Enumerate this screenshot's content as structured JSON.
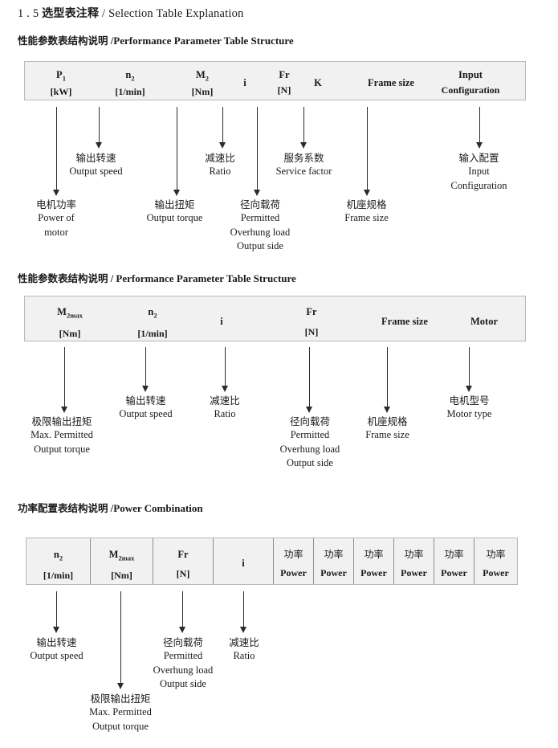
{
  "document": {
    "title_number": "1 . 5",
    "title_cn": "选型表注释",
    "title_sep": "/",
    "title_en": "Selection Table Explanation"
  },
  "sections": [
    {
      "heading_cn": "性能参数表结构说明",
      "heading_sep": "/",
      "heading_en": "Performance Parameter Table Structure",
      "table": {
        "bordered": false,
        "columns": [
          {
            "symbol": "P",
            "sub": "1",
            "unit": "[kW]"
          },
          {
            "symbol": "n",
            "sub": "2",
            "unit": "[1/min]"
          },
          {
            "symbol": "M",
            "sub": "2",
            "unit": "[Nm]"
          },
          {
            "symbol": "i",
            "sub": "",
            "unit": ""
          },
          {
            "symbol": "Fr",
            "sub": "",
            "unit": "[N]"
          },
          {
            "symbol": "K",
            "sub": "",
            "unit": ""
          },
          {
            "symbol": "Frame size",
            "sub": "",
            "unit": ""
          },
          {
            "symbol": "Input",
            "sub": "",
            "unit": "Configuration"
          }
        ]
      },
      "callouts": [
        {
          "cn": "电机功率",
          "en1": "Power of",
          "en2": "motor",
          "en3": "",
          "en4": ""
        },
        {
          "cn": "输出转速",
          "en1": "Output speed",
          "en2": "",
          "en3": "",
          "en4": ""
        },
        {
          "cn": "输出扭矩",
          "en1": "Output torque",
          "en2": "",
          "en3": "",
          "en4": ""
        },
        {
          "cn": "减速比",
          "en1": "Ratio",
          "en2": "",
          "en3": "",
          "en4": ""
        },
        {
          "cn": "径向载荷",
          "en1": "Permitted",
          "en2": "Overhung load",
          "en3": "Output side",
          "en4": ""
        },
        {
          "cn": "服务系数",
          "en1": "Service factor",
          "en2": "",
          "en3": "",
          "en4": ""
        },
        {
          "cn": "机座规格",
          "en1": "Frame size",
          "en2": "",
          "en3": "",
          "en4": ""
        },
        {
          "cn": "输入配置",
          "en1": "Input",
          "en2": "Configuration",
          "en3": "",
          "en4": ""
        }
      ]
    },
    {
      "heading_cn": "性能参数表结构说明",
      "heading_sep": "/",
      "heading_en": "Performance Parameter Table Structure",
      "table": {
        "bordered": false,
        "columns": [
          {
            "symbol": "M",
            "sub": "2max",
            "unit": "[Nm]"
          },
          {
            "symbol": "n",
            "sub": "2",
            "unit": "[1/min]"
          },
          {
            "symbol": "i",
            "sub": "",
            "unit": ""
          },
          {
            "symbol": "Fr",
            "sub": "",
            "unit": "[N]"
          },
          {
            "symbol": "Frame size",
            "sub": "",
            "unit": ""
          },
          {
            "symbol": "Motor",
            "sub": "",
            "unit": ""
          }
        ]
      },
      "callouts": [
        {
          "cn": "极限输出扭矩",
          "en1": "Max. Permitted",
          "en2": "Output  torque",
          "en3": "",
          "en4": ""
        },
        {
          "cn": "输出转速",
          "en1": "Output speed",
          "en2": "",
          "en3": "",
          "en4": ""
        },
        {
          "cn": "减速比",
          "en1": "Ratio",
          "en2": "",
          "en3": "",
          "en4": ""
        },
        {
          "cn": "径向载荷",
          "en1": "Permitted",
          "en2": "Overhung load",
          "en3": "Output side",
          "en4": ""
        },
        {
          "cn": "机座规格",
          "en1": "Frame size",
          "en2": "",
          "en3": "",
          "en4": ""
        },
        {
          "cn": "电机型号",
          "en1": "Motor type",
          "en2": "",
          "en3": "",
          "en4": ""
        }
      ]
    },
    {
      "heading_cn": "功率配置表结构说明",
      "heading_sep": "/",
      "heading_en": "Power Combination",
      "table": {
        "bordered": true,
        "columns": [
          {
            "symbol": "n",
            "sub": "2",
            "unit": "[1/min]"
          },
          {
            "symbol": "M",
            "sub": "2max",
            "unit": "[Nm]"
          },
          {
            "symbol": "Fr",
            "sub": "",
            "unit": "[N]"
          },
          {
            "symbol": "i",
            "sub": "",
            "unit": ""
          },
          {
            "symbol_cn": "功率",
            "symbol": "Power",
            "sub": "",
            "unit": ""
          },
          {
            "symbol_cn": "功率",
            "symbol": "Power",
            "sub": "",
            "unit": ""
          },
          {
            "symbol_cn": "功率",
            "symbol": "Power",
            "sub": "",
            "unit": ""
          },
          {
            "symbol_cn": "功率",
            "symbol": "Power",
            "sub": "",
            "unit": ""
          },
          {
            "symbol_cn": "功率",
            "symbol": "Power",
            "sub": "",
            "unit": ""
          },
          {
            "symbol_cn": "功率",
            "symbol": "Power",
            "sub": "",
            "unit": ""
          }
        ]
      },
      "callouts": [
        {
          "cn": "输出转速",
          "en1": "Output speed",
          "en2": "",
          "en3": "",
          "en4": ""
        },
        {
          "cn": "极限输出扭矩",
          "en1": "Max. Permitted",
          "en2": "Output  torque",
          "en3": "",
          "en4": ""
        },
        {
          "cn": "径向载荷",
          "en1": "Permitted",
          "en2": "Overhung load",
          "en3": "Output side",
          "en4": ""
        },
        {
          "cn": "减速比",
          "en1": "Ratio",
          "en2": "",
          "en3": "",
          "en4": ""
        }
      ]
    }
  ]
}
